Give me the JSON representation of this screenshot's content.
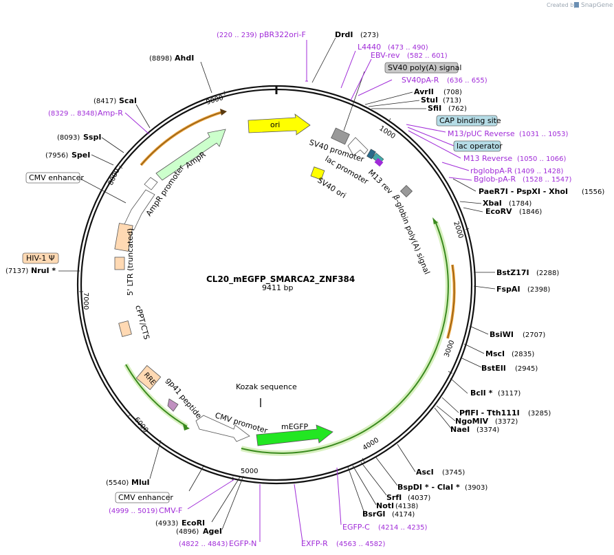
{
  "branding": {
    "created_by": "Created by",
    "product": "SnapGene"
  },
  "plasmid": {
    "name": "CL20_mEGFP_SMARCA2_ZNF384",
    "size": "9411 bp"
  },
  "ticks": [
    "1000",
    "2000",
    "3000",
    "4000",
    "5000",
    "6000",
    "7000",
    "8000",
    "9000"
  ],
  "features": {
    "ori": "ori",
    "ampr": "AmpR",
    "ampr_promoter": "AmpR promoter",
    "ltr": "5' LTR (truncated)",
    "cppt": "cPPT/CTS",
    "rre": "RRE",
    "gp41": "gp41 peptide",
    "cmv_promoter": "CMV promoter",
    "kozak": "Kozak sequence",
    "megfp": "mEGFP",
    "sv40_promoter": "SV40 promoter",
    "lac_promoter": "lac promoter",
    "m13_rev": "M13 rev",
    "sv40_ori": "SV40 ori",
    "bglobin": "β-globin poly(A) signal"
  },
  "boxes": {
    "sv40_polya": "SV40 poly(A) signal",
    "cap": "CAP binding site",
    "lac_operator": "lac operator",
    "cmv_enhancer_top": "CMV enhancer",
    "cmv_enhancer_bottom": "CMV enhancer",
    "hiv": "HIV-1 Ψ"
  },
  "sites": {
    "drdi": {
      "name": "DrdI",
      "pos": "(273)"
    },
    "ahdi": {
      "name": "AhdI",
      "pos": "(8898)"
    },
    "scai": {
      "name": "ScaI",
      "pos": "(8417)"
    },
    "sspi": {
      "name": "SspI",
      "pos": "(8093)"
    },
    "spei": {
      "name": "SpeI",
      "pos": "(7956)"
    },
    "nrui": {
      "name": "NruI *",
      "pos": "(7137)"
    },
    "avrii": {
      "name": "AvrII",
      "pos": "(708)"
    },
    "stui": {
      "name": "StuI",
      "pos": "(713)"
    },
    "sfii": {
      "name": "SfiI",
      "pos": "(762)"
    },
    "pae": {
      "name": "PaeR7I - PspXI - XhoI",
      "pos": "(1556)"
    },
    "xbai": {
      "name": "XbaI",
      "pos": "(1784)"
    },
    "ecorv": {
      "name": "EcoRV",
      "pos": "(1846)"
    },
    "bstz": {
      "name": "BstZ17I",
      "pos": "(2288)"
    },
    "fspai": {
      "name": "FspAI",
      "pos": "(2398)"
    },
    "bsiwi": {
      "name": "BsiWI",
      "pos": "(2707)"
    },
    "msci": {
      "name": "MscI",
      "pos": "(2835)"
    },
    "bsteii": {
      "name": "BstEII",
      "pos": "(2945)"
    },
    "bcli": {
      "name": "BclI *",
      "pos": "(3117)"
    },
    "pflfi": {
      "name": "PflFI - Tth111I",
      "pos": "(3285)"
    },
    "ngomiv": {
      "name": "NgoMIV",
      "pos": "(3372)"
    },
    "naei": {
      "name": "NaeI",
      "pos": "(3374)"
    },
    "asci": {
      "name": "AscI",
      "pos": "(3745)"
    },
    "bspdi": {
      "name": "BspDI * - ClaI *",
      "pos": "(3903)"
    },
    "srfi": {
      "name": "SrfI",
      "pos": "(4037)"
    },
    "noti": {
      "name": "NotI",
      "pos": "(4138)"
    },
    "bsrgi": {
      "name": "BsrGI",
      "pos": "(4174)"
    },
    "mlui": {
      "name": "MluI",
      "pos": "(5540)"
    },
    "ecori": {
      "name": "EcoRI",
      "pos": "(4933)"
    },
    "agei": {
      "name": "AgeI",
      "pos": "(4896)"
    }
  },
  "primers": {
    "pbr322": {
      "name": "pBR322ori-F",
      "pos": "(220 .. 239)"
    },
    "l4440": {
      "name": "L4440",
      "pos": "(473 .. 490)"
    },
    "ebv": {
      "name": "EBV-rev",
      "pos": "(582 .. 601)"
    },
    "sv40pa": {
      "name": "SV40pA-R",
      "pos": "(636 .. 655)"
    },
    "m13puc": {
      "name": "M13/pUC Reverse",
      "pos": "(1031 .. 1053)"
    },
    "m13rev": {
      "name": "M13 Reverse",
      "pos": "(1050 .. 1066)"
    },
    "rbglob": {
      "name": "rbglobpA-R",
      "pos": "(1409 .. 1428)"
    },
    "bglob": {
      "name": "Bglob-pA-R",
      "pos": "(1528 .. 1547)"
    },
    "ampr": {
      "name": "Amp-R",
      "pos": "(8329 .. 8348)"
    },
    "cmvf": {
      "name": "CMV-F",
      "pos": "(4999 .. 5019)"
    },
    "egfpn": {
      "name": "EGFP-N",
      "pos": "(4822 .. 4843)"
    },
    "exfpr": {
      "name": "EXFP-R",
      "pos": "(4563 .. 4582)"
    },
    "egfpc": {
      "name": "EGFP-C",
      "pos": "(4214 .. 4235)"
    }
  },
  "colors": {
    "ori": "#ffff00",
    "ampr": "#ccffcc",
    "megfp": "#22e622",
    "ltr": "#ffd9b3",
    "primer": "#a02bd8",
    "highlight_green": "#7ccf3b",
    "highlight_orange": "#e59a2f"
  }
}
